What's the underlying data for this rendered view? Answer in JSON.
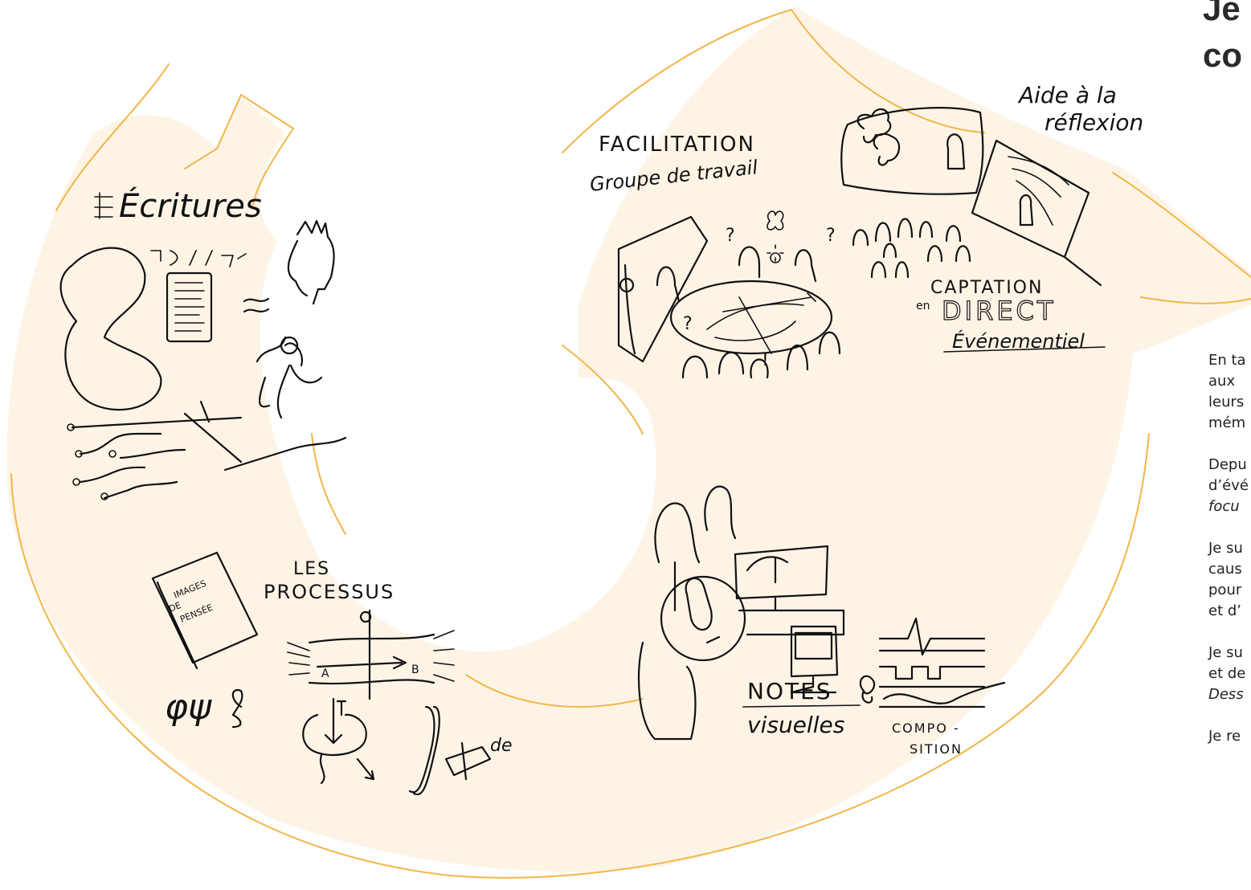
{
  "page": {
    "title_lines": [
      "Je",
      "co"
    ]
  },
  "colors": {
    "arrow_fill": "#fdf4e6",
    "arrow_outline": "#f2b648",
    "ink": "#111111"
  },
  "paragraphs": [
    {
      "lines": [
        "En ta",
        "aux",
        "leurs",
        "mém"
      ],
      "italic_line": null
    },
    {
      "lines": [
        "Depu",
        "d’évé",
        "focu"
      ],
      "italic_line": 2
    },
    {
      "lines": [
        "Je su",
        "caus",
        "pour",
        "et d’"
      ],
      "italic_line": null
    },
    {
      "lines": [
        "Je su",
        "et de",
        "Dess"
      ],
      "italic_line": 2
    },
    {
      "lines": [
        "Je re"
      ],
      "italic_line": null
    }
  ],
  "illustrations": {
    "ecritures": {
      "label": "Écritures"
    },
    "processus": {
      "label_line1": "LES",
      "label_line2": "PROCESSUS",
      "book_line1": "IMAGES",
      "book_line2": "DE",
      "book_line3": "PENSÉE",
      "symbols": "φψ",
      "a": "A",
      "b": "B",
      "de": "de"
    },
    "facilitation": {
      "title": "FACILITATION",
      "subtitle": "Groupe de travail"
    },
    "aide": {
      "line1": "Aide à la",
      "line2": "réflexion"
    },
    "captation": {
      "line1": "CAPTATION",
      "en": "en",
      "direct": "DIRECT",
      "line3": "Événementiel"
    },
    "notes": {
      "line1": "NOTES",
      "line2": "visuelles"
    },
    "composition": {
      "line1": "COMPO -",
      "line2": "SITION"
    }
  }
}
